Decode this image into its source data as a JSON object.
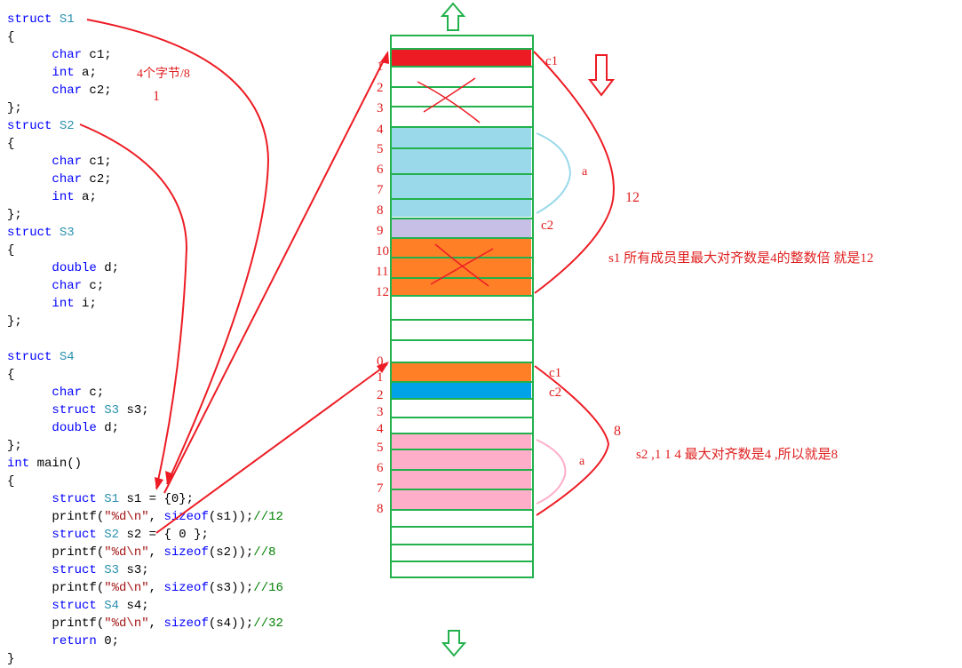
{
  "code_lines": [
    [
      [
        "kw",
        "struct"
      ],
      [
        "pl",
        " "
      ],
      [
        "ty",
        "S1"
      ]
    ],
    [
      [
        "pl",
        "{"
      ]
    ],
    [
      [
        "pl",
        "      "
      ],
      [
        "kw",
        "char"
      ],
      [
        "pl",
        " c1;"
      ]
    ],
    [
      [
        "pl",
        "      "
      ],
      [
        "kw",
        "int"
      ],
      [
        "pl",
        " a;"
      ]
    ],
    [
      [
        "pl",
        "      "
      ],
      [
        "kw",
        "char"
      ],
      [
        "pl",
        " c2;"
      ]
    ],
    [
      [
        "pl",
        "};"
      ]
    ],
    [
      [
        "kw",
        "struct"
      ],
      [
        "pl",
        " "
      ],
      [
        "ty",
        "S2"
      ]
    ],
    [
      [
        "pl",
        "{"
      ]
    ],
    [
      [
        "pl",
        "      "
      ],
      [
        "kw",
        "char"
      ],
      [
        "pl",
        " c1;"
      ]
    ],
    [
      [
        "pl",
        "      "
      ],
      [
        "kw",
        "char"
      ],
      [
        "pl",
        " c2;"
      ]
    ],
    [
      [
        "pl",
        "      "
      ],
      [
        "kw",
        "int"
      ],
      [
        "pl",
        " a;"
      ]
    ],
    [
      [
        "pl",
        "};"
      ]
    ],
    [
      [
        "kw",
        "struct"
      ],
      [
        "pl",
        " "
      ],
      [
        "ty",
        "S3"
      ]
    ],
    [
      [
        "pl",
        "{"
      ]
    ],
    [
      [
        "pl",
        "      "
      ],
      [
        "kw",
        "double"
      ],
      [
        "pl",
        " d;"
      ]
    ],
    [
      [
        "pl",
        "      "
      ],
      [
        "kw",
        "char"
      ],
      [
        "pl",
        " c;"
      ]
    ],
    [
      [
        "pl",
        "      "
      ],
      [
        "kw",
        "int"
      ],
      [
        "pl",
        " i;"
      ]
    ],
    [
      [
        "pl",
        "};"
      ]
    ],
    [
      [
        "pl",
        ""
      ]
    ],
    [
      [
        "kw",
        "struct"
      ],
      [
        "pl",
        " "
      ],
      [
        "ty",
        "S4"
      ]
    ],
    [
      [
        "pl",
        "{"
      ]
    ],
    [
      [
        "pl",
        "      "
      ],
      [
        "kw",
        "char"
      ],
      [
        "pl",
        " c;"
      ]
    ],
    [
      [
        "pl",
        "      "
      ],
      [
        "kw",
        "struct"
      ],
      [
        "pl",
        " "
      ],
      [
        "ty",
        "S3"
      ],
      [
        "pl",
        " s3;"
      ]
    ],
    [
      [
        "pl",
        "      "
      ],
      [
        "kw",
        "double"
      ],
      [
        "pl",
        " d;"
      ]
    ],
    [
      [
        "pl",
        "};"
      ]
    ],
    [
      [
        "kw",
        "int"
      ],
      [
        "pl",
        " main()"
      ]
    ],
    [
      [
        "pl",
        "{"
      ]
    ],
    [
      [
        "pl",
        "      "
      ],
      [
        "kw",
        "struct"
      ],
      [
        "pl",
        " "
      ],
      [
        "ty",
        "S1"
      ],
      [
        "pl",
        " s1 = {0};"
      ]
    ],
    [
      [
        "pl",
        "      printf("
      ],
      [
        "st",
        "\"%d\\n\""
      ],
      [
        "pl",
        ", "
      ],
      [
        "kw",
        "sizeof"
      ],
      [
        "pl",
        "(s1));"
      ],
      [
        "cm",
        "//12"
      ]
    ],
    [
      [
        "pl",
        "      "
      ],
      [
        "kw",
        "struct"
      ],
      [
        "pl",
        " "
      ],
      [
        "ty",
        "S2"
      ],
      [
        "pl",
        " s2 = { 0 };"
      ]
    ],
    [
      [
        "pl",
        "      printf("
      ],
      [
        "st",
        "\"%d\\n\""
      ],
      [
        "pl",
        ", "
      ],
      [
        "kw",
        "sizeof"
      ],
      [
        "pl",
        "(s2));"
      ],
      [
        "cm",
        "//8"
      ]
    ],
    [
      [
        "pl",
        "      "
      ],
      [
        "kw",
        "struct"
      ],
      [
        "pl",
        " "
      ],
      [
        "ty",
        "S3"
      ],
      [
        "pl",
        " s3;"
      ]
    ],
    [
      [
        "pl",
        "      printf("
      ],
      [
        "st",
        "\"%d\\n\""
      ],
      [
        "pl",
        ", "
      ],
      [
        "kw",
        "sizeof"
      ],
      [
        "pl",
        "(s3));"
      ],
      [
        "cm",
        "//16"
      ]
    ],
    [
      [
        "pl",
        "      "
      ],
      [
        "kw",
        "struct"
      ],
      [
        "pl",
        " "
      ],
      [
        "ty",
        "S4"
      ],
      [
        "pl",
        " s4;"
      ]
    ],
    [
      [
        "pl",
        "      printf("
      ],
      [
        "st",
        "\"%d\\n\""
      ],
      [
        "pl",
        ", "
      ],
      [
        "kw",
        "sizeof"
      ],
      [
        "pl",
        "(s4));"
      ],
      [
        "cm",
        "//32"
      ]
    ],
    [
      [
        "pl",
        "      "
      ],
      [
        "kw",
        "return"
      ],
      [
        "pl",
        " 0;"
      ]
    ],
    [
      [
        "pl",
        "}"
      ]
    ]
  ],
  "annotations": {
    "note_bytes": "4个字节/8",
    "note_one": "1",
    "s1_label_c1": "c1",
    "s1_label_a": "a",
    "s1_label_c2": "c2",
    "s1_size": "12",
    "s1_explain": "s1 所有成员里最大对齐数是4的整数倍 就是12",
    "s2_label_c1": "c1",
    "s2_label_c2": "c2",
    "s2_label_a": "a",
    "s2_size": "8",
    "s2_explain": "s2 ,1 1 4 最大对齐数是4 ,所以就是8"
  },
  "s1_indices": [
    "1",
    "2",
    "3",
    "4",
    "5",
    "6",
    "7",
    "8",
    "9",
    "10",
    "11",
    "12"
  ],
  "s2_indices": [
    "0",
    "1",
    "2",
    "3",
    "4",
    "5",
    "6",
    "7",
    "8"
  ],
  "colors": {
    "grid": "#22b14c",
    "red": "#ed1c24",
    "light_blue": "#99d9ea",
    "lavender": "#c8bfe7",
    "orange": "#ff7f27",
    "blue": "#00a2e8",
    "pink": "#ffaec9"
  }
}
